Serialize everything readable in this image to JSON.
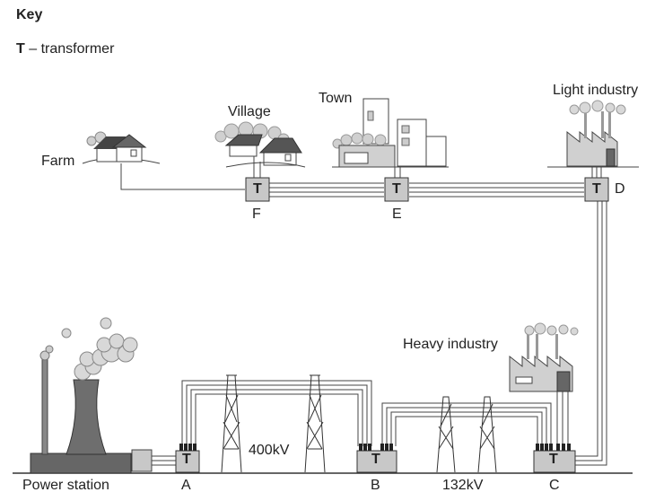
{
  "key": {
    "title": "Key",
    "symbol": "T",
    "symbol_meaning": "transformer",
    "separator": "–"
  },
  "labels": {
    "farm": "Farm",
    "village": "Village",
    "town": "Town",
    "light_industry": "Light industry",
    "heavy_industry": "Heavy industry",
    "power_station": "Power station",
    "voltage_400": "400kV",
    "voltage_132": "132kV"
  },
  "transformers": [
    {
      "id": "A",
      "symbol": "T"
    },
    {
      "id": "B",
      "symbol": "T"
    },
    {
      "id": "C",
      "symbol": "T"
    },
    {
      "id": "D",
      "symbol": "T"
    },
    {
      "id": "E",
      "symbol": "T"
    },
    {
      "id": "F",
      "symbol": "T"
    }
  ],
  "colors": {
    "building_grey": "#d0d0d0",
    "roof_dark": "#555555",
    "line": "#444444",
    "smoke": "#cccccc"
  }
}
